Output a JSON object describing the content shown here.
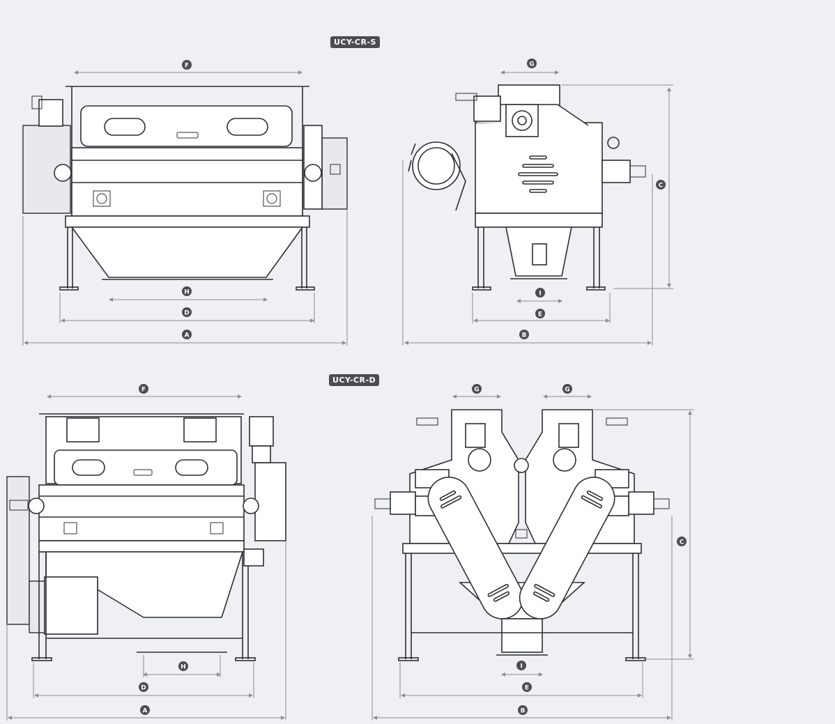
{
  "models": [
    {
      "id": "single",
      "label": "UCY-CR-S"
    },
    {
      "id": "double",
      "label": "UCY-CR-D"
    }
  ],
  "dimension_letters": {
    "A": "A",
    "B": "B",
    "C": "C",
    "D": "D",
    "E": "E",
    "F": "F",
    "G": "G",
    "H": "H",
    "I": "I"
  }
}
